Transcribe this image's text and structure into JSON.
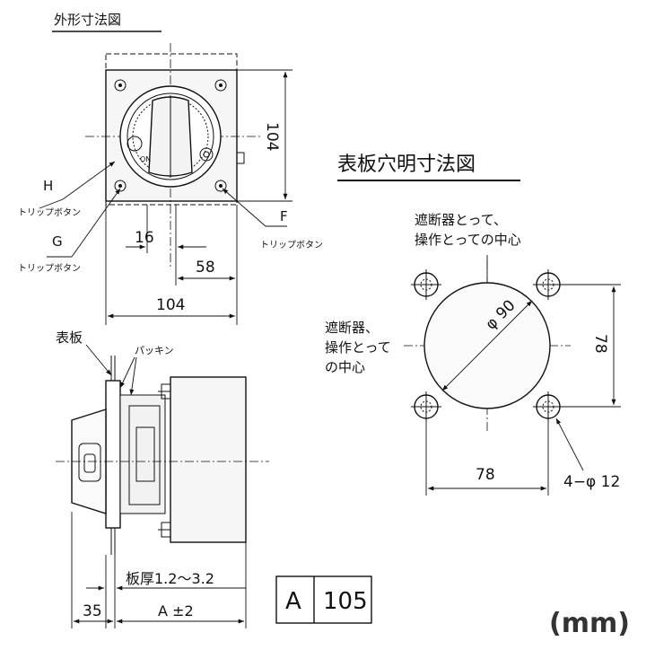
{
  "titles": {
    "outline": "外形寸法図",
    "panel_cutout": "表板穴明寸法図"
  },
  "outline_view": {
    "height_dim": "104",
    "width_dim": "104",
    "dim_16": "16",
    "dim_58": "58",
    "label_h": "H",
    "label_g": "G",
    "label_f": "F",
    "trip_button": "トリップボタン"
  },
  "side_view": {
    "panel_label": "表板",
    "packing_label": "パッキン",
    "thickness_label": "板厚1.2～3.2",
    "dim_35": "35",
    "dim_a": "A ±2"
  },
  "cutout_view": {
    "note_top_line1": "遮断器とって、",
    "note_top_line2": "操作とっての中心",
    "note_left_line1": "遮断器、",
    "note_left_line2": "操作とって",
    "note_left_line3": "の中心",
    "dia_label": "φ 90",
    "height_dim": "78",
    "width_dim": "78",
    "hole_label": "4−φ 12"
  },
  "spec_box": {
    "key": "A",
    "value": "105"
  },
  "unit": "(mm)"
}
